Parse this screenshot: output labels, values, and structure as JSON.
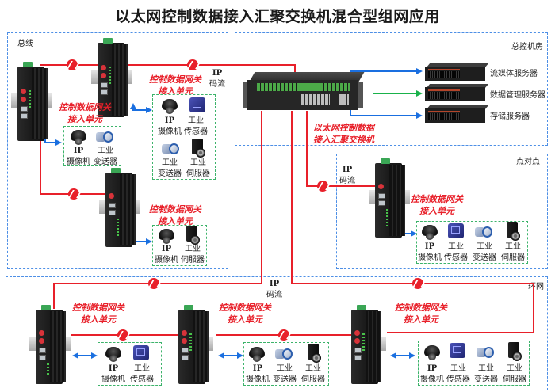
{
  "title": "以太网控制数据接入汇聚交换机混合型组网应用",
  "zones": {
    "bus": "总线",
    "control_room": "总控机房",
    "point_to_point": "点对点",
    "ring": "环网"
  },
  "gateway_label": {
    "line1": "控制数据网关",
    "line2": "接入单元"
  },
  "switch_label": {
    "line1": "以太网控制数据",
    "line2": "接入汇聚交换机"
  },
  "ip_stream": {
    "line1": "IP",
    "line2": "码流"
  },
  "servers": [
    {
      "label": "流媒体服务器",
      "link_color": "#1a6fe0"
    },
    {
      "label": "数据管理服务器",
      "link_color": "#19b24a"
    },
    {
      "label": "存储服务器",
      "link_color": "#1a6fe0"
    }
  ],
  "devices": {
    "camera": {
      "line1": "IP",
      "line2": "摄像机"
    },
    "sensor": {
      "line1": "工业",
      "line2": "传感器"
    },
    "transmitter": {
      "line1": "工业",
      "line2": "变送器"
    },
    "servo": {
      "line1": "工业",
      "line2": "伺服器"
    }
  },
  "colors": {
    "fiber_link": "#e8202a",
    "lan_link": "#1a6fe0",
    "zone_border": "#4d8fe6",
    "device_group_border": "#3cb36a"
  }
}
